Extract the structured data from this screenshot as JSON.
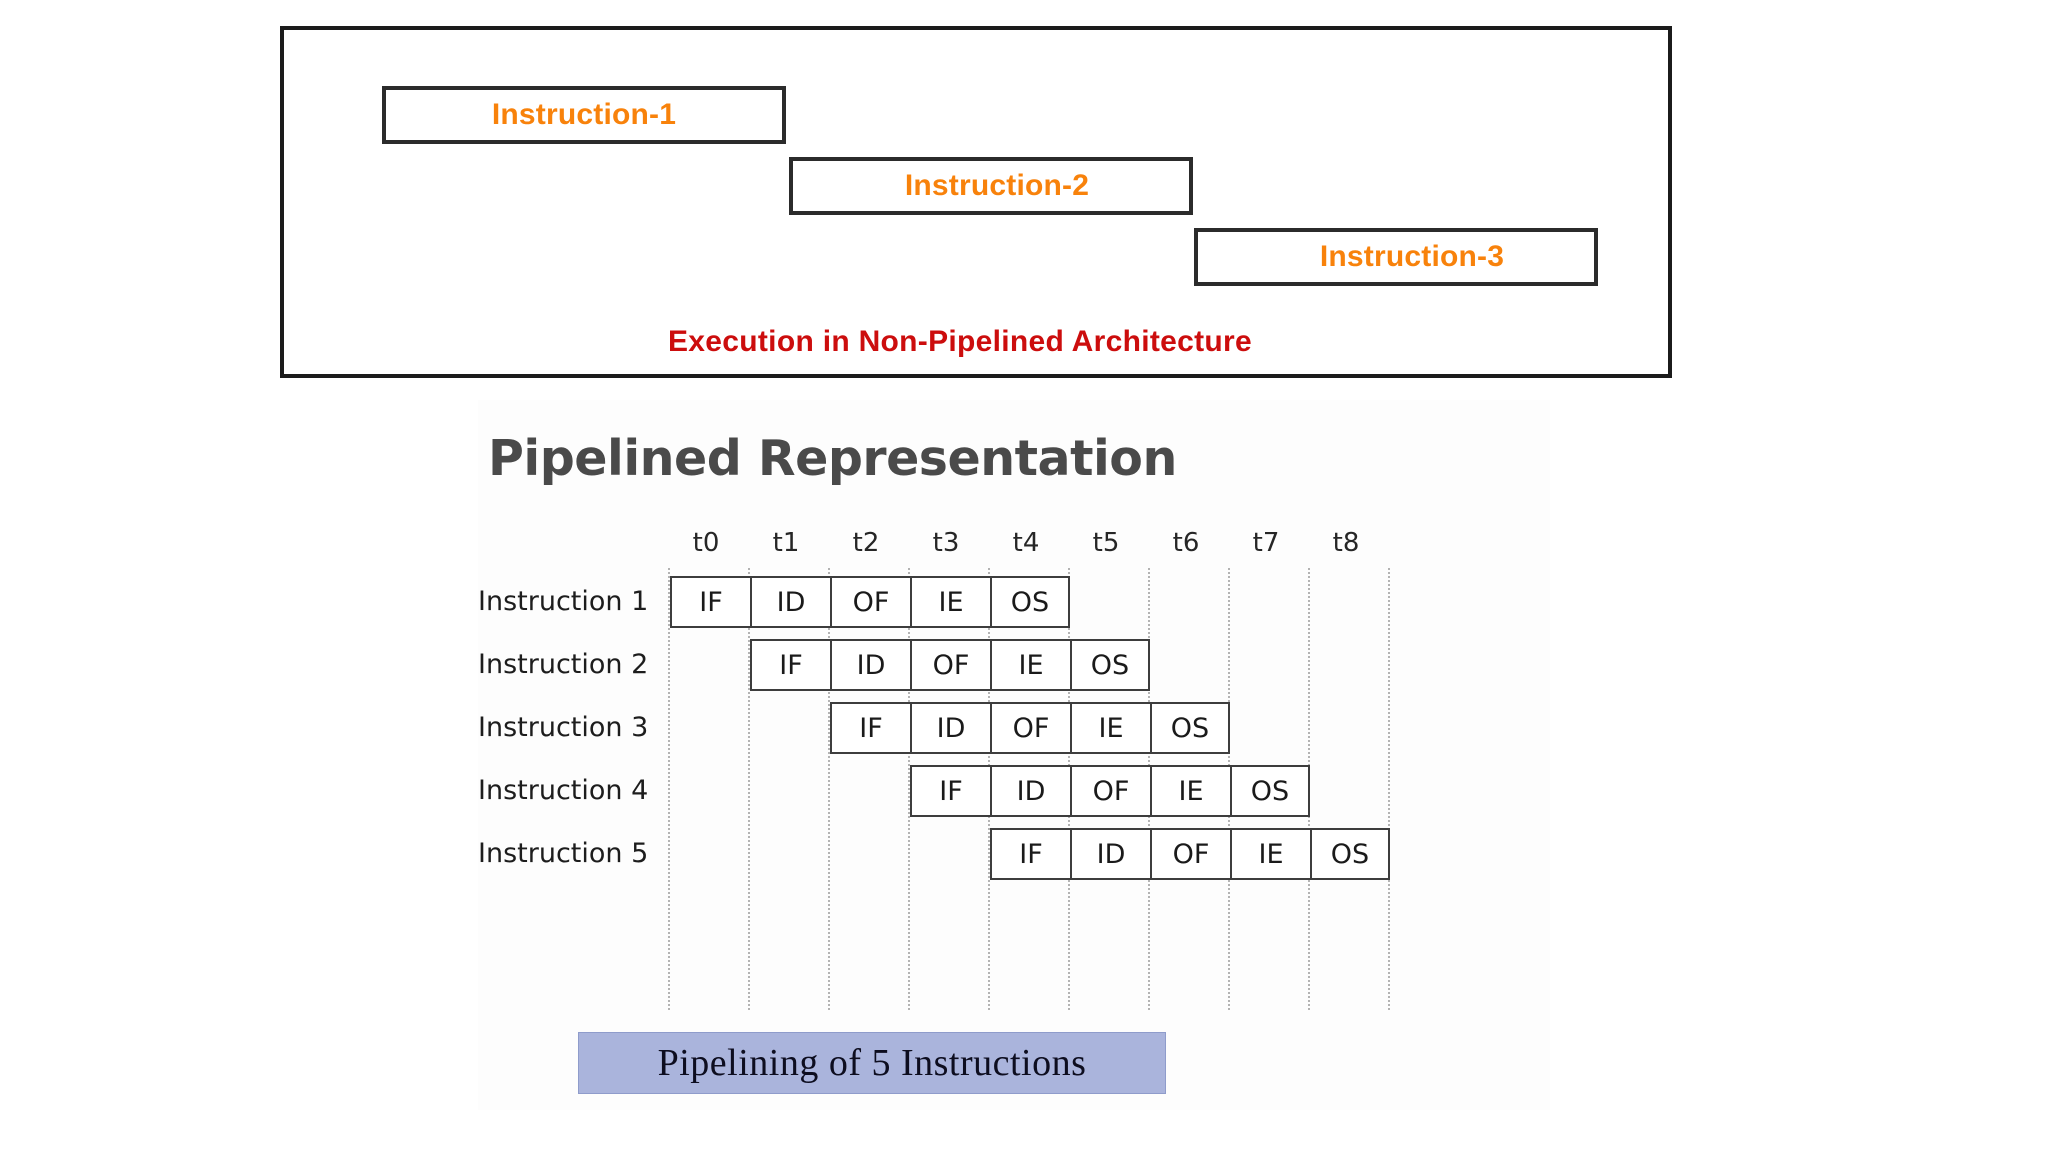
{
  "nonpipelined": {
    "boxes": [
      {
        "label": "Instruction-1"
      },
      {
        "label": "Instruction-2"
      },
      {
        "label": "Instruction-3"
      }
    ],
    "caption": "Execution in Non-Pipelined Architecture",
    "text_color": "#f8820b",
    "caption_color": "#cc0d0d"
  },
  "pipelined": {
    "title": "Pipelined Representation",
    "caption": "Pipelining of 5 Instructions",
    "caption_bg": "#aab4dc",
    "time_labels": [
      "t0",
      "t1",
      "t2",
      "t3",
      "t4",
      "t5",
      "t6",
      "t7",
      "t8"
    ],
    "stages": [
      "IF",
      "ID",
      "OF",
      "IE",
      "OS"
    ],
    "rows": [
      {
        "label": "Instruction 1",
        "start_slot": 0,
        "cells": [
          "IF",
          "ID",
          "OF",
          "IE",
          "OS"
        ]
      },
      {
        "label": "Instruction 2",
        "start_slot": 1,
        "cells": [
          "IF",
          "ID",
          "OF",
          "IE",
          "OS"
        ]
      },
      {
        "label": "Instruction 3",
        "start_slot": 2,
        "cells": [
          "IF",
          "ID",
          "OF",
          "IE",
          "OS"
        ]
      },
      {
        "label": "Instruction 4",
        "start_slot": 3,
        "cells": [
          "IF",
          "ID",
          "OF",
          "IE",
          "OS"
        ]
      },
      {
        "label": "Instruction 5",
        "start_slot": 4,
        "cells": [
          "IF",
          "ID",
          "OF",
          "IE",
          "OS"
        ]
      }
    ]
  },
  "chart_data": {
    "type": "table",
    "title": "Pipelined Representation",
    "subtitle": "Pipelining of 5 Instructions",
    "xlabel": "",
    "ylabel": "",
    "categories": [
      "t0",
      "t1",
      "t2",
      "t3",
      "t4",
      "t5",
      "t6",
      "t7",
      "t8"
    ],
    "series": [
      {
        "name": "Instruction 1",
        "values": [
          "IF",
          "ID",
          "OF",
          "IE",
          "OS",
          "",
          "",
          "",
          ""
        ]
      },
      {
        "name": "Instruction 2",
        "values": [
          "",
          "IF",
          "ID",
          "OF",
          "IE",
          "OS",
          "",
          "",
          ""
        ]
      },
      {
        "name": "Instruction 3",
        "values": [
          "",
          "",
          "IF",
          "ID",
          "OF",
          "IE",
          "OS",
          "",
          ""
        ]
      },
      {
        "name": "Instruction 4",
        "values": [
          "",
          "",
          "",
          "IF",
          "ID",
          "OF",
          "IE",
          "OS",
          ""
        ]
      },
      {
        "name": "Instruction 5",
        "values": [
          "",
          "",
          "",
          "",
          "IF",
          "ID",
          "OF",
          "IE",
          "OS"
        ]
      }
    ],
    "annotations": [
      "Execution in Non-Pipelined Architecture",
      "Instruction-1",
      "Instruction-2",
      "Instruction-3"
    ],
    "grid": true,
    "legend": "none"
  }
}
